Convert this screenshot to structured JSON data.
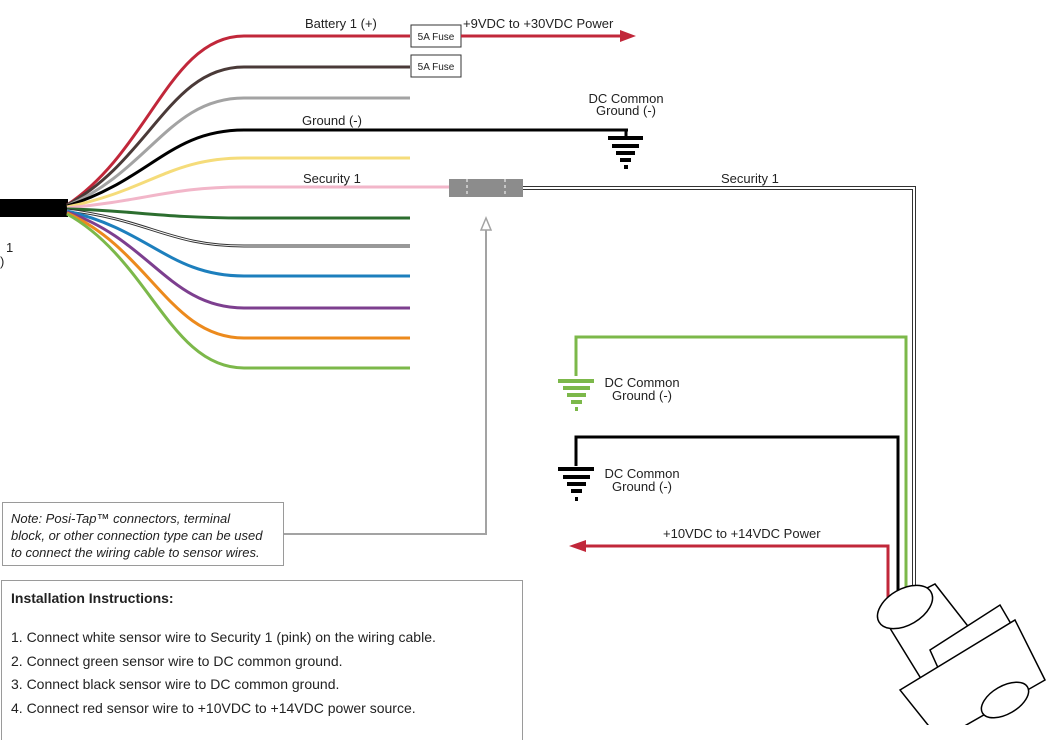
{
  "labels": {
    "battery": "Battery 1 (+)",
    "power_in": "+9VDC to +30VDC Power",
    "fuse_1": "5A Fuse",
    "fuse_2": "5A Fuse",
    "ground": "Ground (-)",
    "dc_common_top_1": "DC Common",
    "dc_common_top_2": "Ground (-)",
    "security_left": "Security 1",
    "security_right": "Security 1",
    "cable_partial_1": "1",
    "cable_partial_2": ")",
    "dc_common_green_1": "DC Common",
    "dc_common_green_2": "Ground (-)",
    "dc_common_black_1": "DC Common",
    "dc_common_black_2": "Ground (-)",
    "sensor_power": "+10VDC to +14VDC Power"
  },
  "note": {
    "line_1": "Note: Posi-Tap™ connectors, terminal",
    "line_2": "block, or other connection type can be used",
    "line_3": "to connect the wiring cable to sensor wires."
  },
  "instructions": {
    "title": "Installation Instructions:",
    "steps": [
      "1. Connect white sensor wire to Security 1 (pink) on the wiring cable.",
      "2. Connect green sensor wire to DC common ground.",
      "3. Connect black sensor wire to DC common ground.",
      "4. Connect red sensor wire to +10VDC to +14VDC power source."
    ]
  },
  "colors": {
    "red": "#c1273a",
    "brown": "#4a3a38",
    "gray": "#a3a3a3",
    "black": "#000000",
    "yellow": "#f5dc7a",
    "pink": "#f2b6c9",
    "dark_green": "#2c6e2f",
    "blue": "#1d7fbd",
    "purple": "#7d3f8f",
    "orange": "#ec8a1d",
    "light_green": "#7cb84a"
  }
}
